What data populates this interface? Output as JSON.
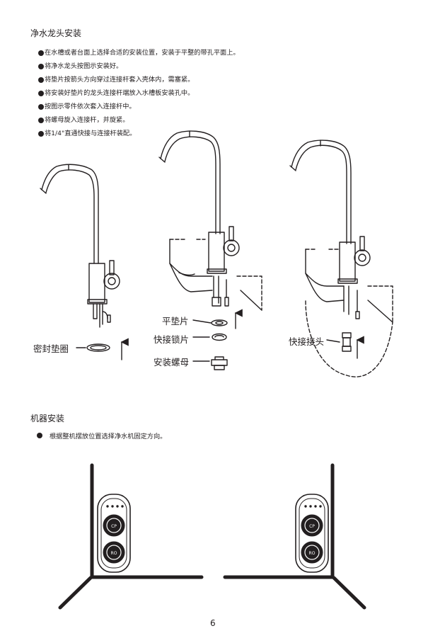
{
  "section1": {
    "title": "净水龙头安装",
    "steps": [
      "在水槽或者台面上选择合适的安装位置，安装于平整的带孔平面上。",
      "将净水龙头按图示安装好。",
      "将垫片按箭头方向穿过连接杆套入壳体内，需塞紧。",
      "将安装好垫片的龙头连接杆端放入水槽板安装孔中。",
      "按图示零件依次套入连接杆中。",
      "将螺母旋入连接杆，并旋紧。",
      "将1/4\"直通快接与连接杆装配。"
    ]
  },
  "labels": {
    "seal_ring": "密封垫圈",
    "flat_washer": "平垫片",
    "quick_lock": "快接锁片",
    "nut": "安装螺母",
    "quick_connector": "快接接头"
  },
  "section2": {
    "title": "机器安装",
    "note": "根据整机摆放位置选择净水机固定方向。"
  },
  "machine": {
    "button_top": "CP",
    "button_bottom_left": "RO",
    "button_bottom_right": "RO"
  },
  "page_number": "6"
}
